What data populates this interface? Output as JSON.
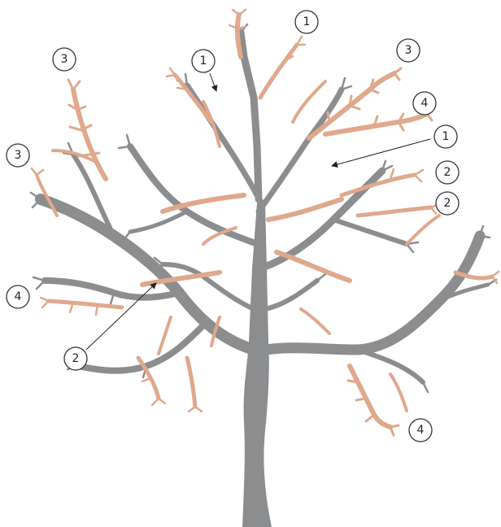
{
  "colors": {
    "background": "#ffffff",
    "retained_wood": "#8c8d8f",
    "pruned_wood": "#e0a88c",
    "callout_stroke": "#333333",
    "leader_line": "#222222"
  },
  "callouts": [
    {
      "id": "c1",
      "number": "1"
    },
    {
      "id": "c2",
      "number": "1"
    },
    {
      "id": "c3",
      "number": "3"
    },
    {
      "id": "c4",
      "number": "3"
    },
    {
      "id": "c5",
      "number": "4"
    },
    {
      "id": "c6",
      "number": "1"
    },
    {
      "id": "c7",
      "number": "3"
    },
    {
      "id": "c8",
      "number": "2"
    },
    {
      "id": "c9",
      "number": "2"
    },
    {
      "id": "c10",
      "number": "4"
    },
    {
      "id": "c11",
      "number": "2"
    },
    {
      "id": "c12",
      "number": "4"
    }
  ]
}
